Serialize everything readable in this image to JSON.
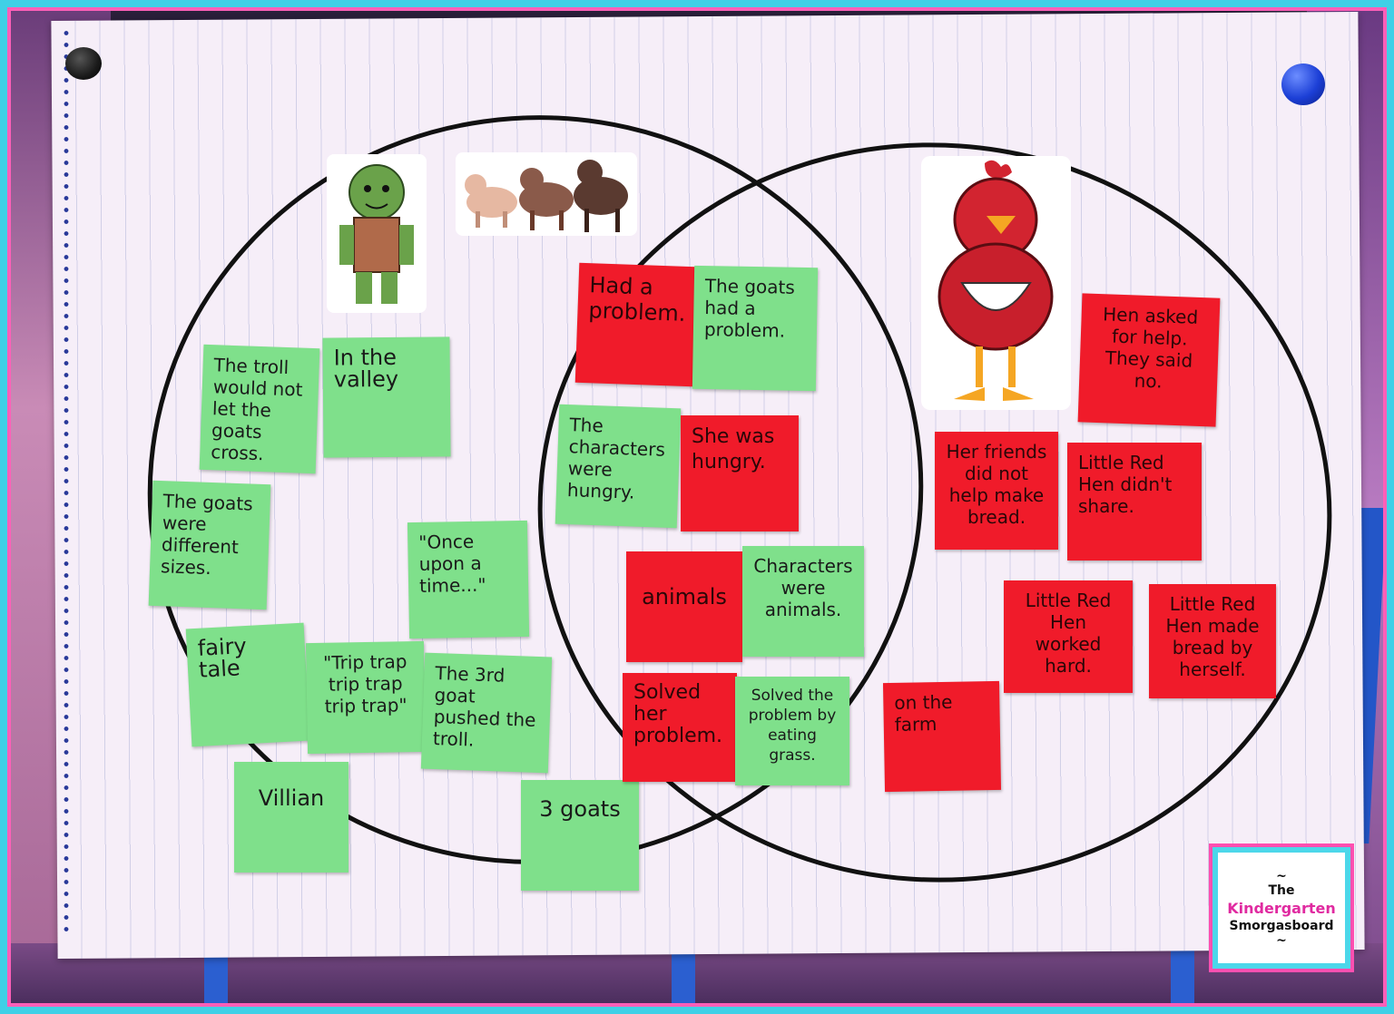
{
  "photo": {
    "border_colors": {
      "outer": "#3fd0e6",
      "inner": "#ff5fb8"
    },
    "paper_color": "#f6eef8",
    "sticky_colors": {
      "green": "#7fe08b",
      "red": "#f01b2a"
    }
  },
  "left_circle": {
    "characters": [
      "troll-illustration",
      "three-goats-illustration"
    ],
    "notes": [
      "The troll would not let the goats cross.",
      "In the valley",
      "The goats were different sizes.",
      "\"Once upon a time...\"",
      "fairy tale",
      "\"Trip trap trip trap trip trap\"",
      "The 3rd goat pushed the troll.",
      "Villian",
      "3 goats"
    ]
  },
  "overlap": {
    "notes": [
      "Had a problem.",
      "The goats had a problem.",
      "The characters were hungry.",
      "She was hungry.",
      "animals",
      "Characters were animals.",
      "Solved her problem.",
      "Solved the problem by eating grass."
    ]
  },
  "right_circle": {
    "characters": [
      "red-hen-illustration"
    ],
    "notes": [
      "Hen asked for help. They said no.",
      "Her friends did not help make bread.",
      "Little Red Hen didn't share.",
      "Little Red Hen worked hard.",
      "Little Red Hen made bread by herself.",
      "on the farm"
    ]
  },
  "logo": {
    "line1": "The",
    "line2": "Kindergarten",
    "line3": "Smorgasboard"
  }
}
